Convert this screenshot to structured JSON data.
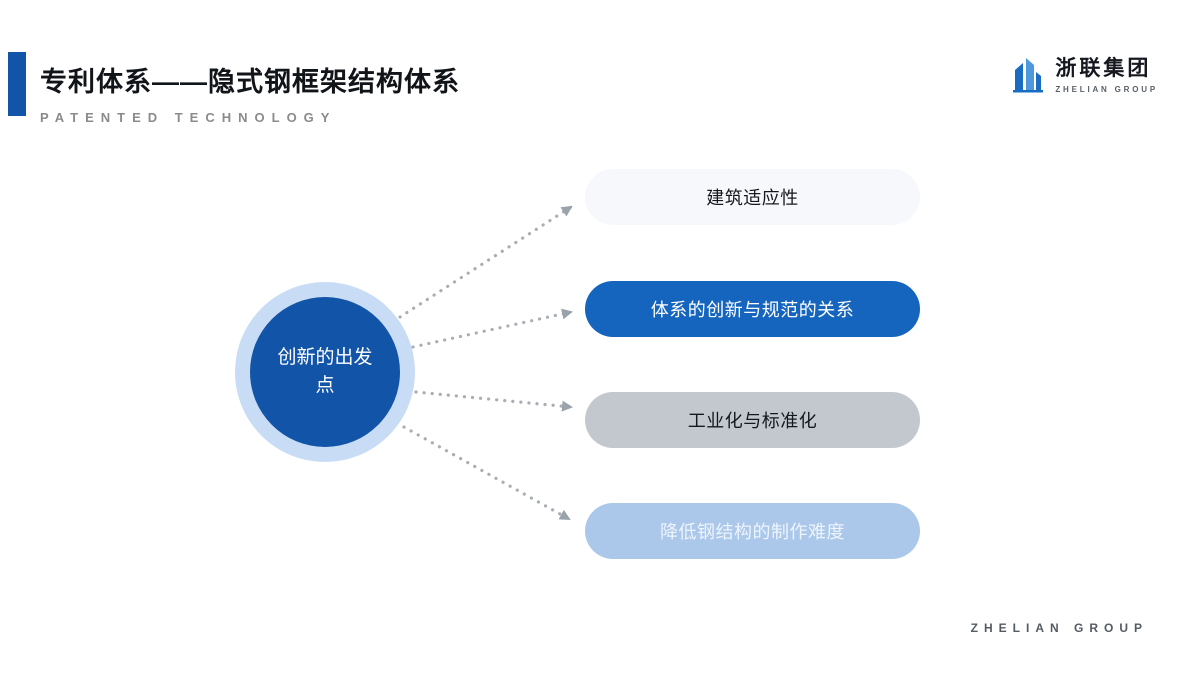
{
  "header": {
    "title": "专利体系——隐式钢框架结构体系",
    "subtitle": "PATENTED TECHNOLOGY"
  },
  "logo": {
    "name": "浙联集团",
    "subtext": "ZHELIAN GROUP",
    "icon": "building-icon",
    "icon_color": "#1a6cc2"
  },
  "diagram": {
    "center_label": "创新的出发点",
    "center_colors": {
      "outer_ring": "#c9dcf6",
      "inner": "#1254a8"
    },
    "connector_color": "#a9aeb5",
    "items": [
      {
        "label": "建筑适应性",
        "bg": "#f6f8fb",
        "text_color": "#15191f"
      },
      {
        "label": "体系的创新与规范的关系",
        "bg": "#1565be",
        "text_color": "#ffffff"
      },
      {
        "label": "工业化与标准化",
        "bg": "#c3c8cf",
        "text_color": "#15191f"
      },
      {
        "label": "降低钢结构的制作难度",
        "bg": "#abc8ea",
        "text_color": "#eef4fb"
      }
    ]
  },
  "footer": {
    "text": "ZHELIAN GROUP"
  },
  "accent_color": "#1254a8"
}
